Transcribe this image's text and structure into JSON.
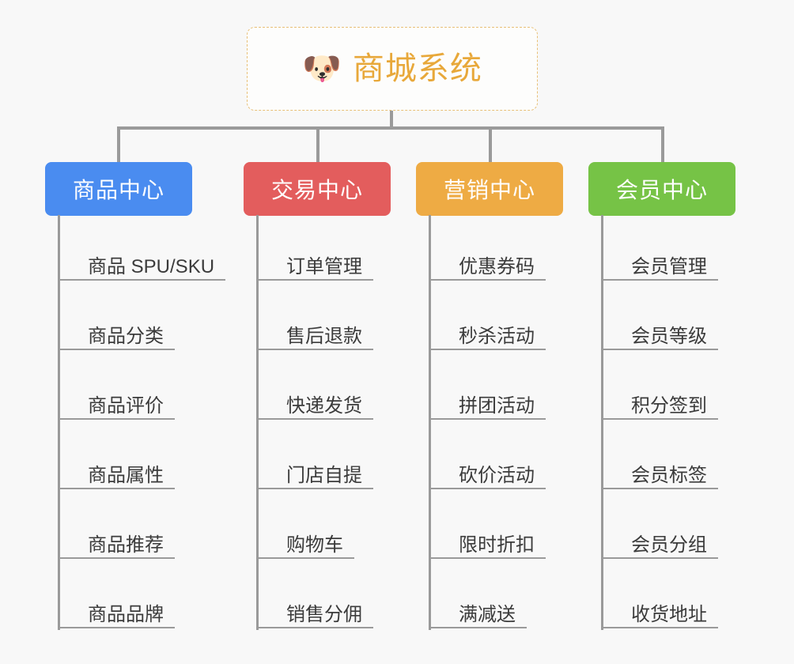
{
  "background_color": "#f8f8f8",
  "root": {
    "icon": "shiba-dog-face-emoji",
    "emoji": "🐶",
    "title": "商城系统",
    "text_color": "#e8a83a",
    "border_color": "#e8c077"
  },
  "columns": [
    {
      "title": "商品中心",
      "color": "#4a8cf0",
      "items": [
        "商品 SPU/SKU",
        "商品分类",
        "商品评价",
        "商品属性",
        "商品推荐",
        "商品品牌"
      ]
    },
    {
      "title": "交易中心",
      "color": "#e35d5d",
      "items": [
        "订单管理",
        "售后退款",
        "快递发货",
        "门店自提",
        "购物车",
        "销售分佣"
      ]
    },
    {
      "title": "营销中心",
      "color": "#eeab44",
      "items": [
        "优惠券码",
        "秒杀活动",
        "拼团活动",
        "砍价活动",
        "限时折扣",
        "满减送"
      ]
    },
    {
      "title": "会员中心",
      "color": "#76c346",
      "items": [
        "会员管理",
        "会员等级",
        "积分签到",
        "会员标签",
        "会员分组",
        "收货地址"
      ]
    }
  ],
  "connector_color": "#9a9a9a"
}
